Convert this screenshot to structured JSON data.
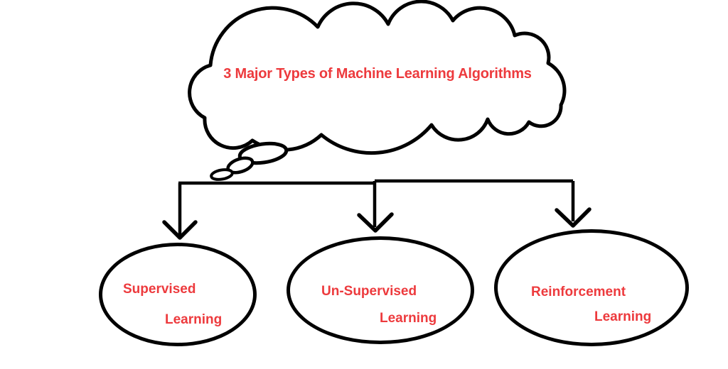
{
  "diagram": {
    "title": "3 Major Types of Machine Learning Algorithms",
    "nodes": [
      {
        "id": "supervised",
        "label_line1": "Supervised",
        "label_line2": "Learning"
      },
      {
        "id": "unsupervised",
        "label_line1": "Un-Supervised",
        "label_line2": "Learning"
      },
      {
        "id": "reinforcement",
        "label_line1": "Reinforcement",
        "label_line2": "Learning"
      }
    ],
    "colors": {
      "text": "#ed3a3d",
      "outline": "#000000",
      "background": "#ffffff"
    }
  }
}
